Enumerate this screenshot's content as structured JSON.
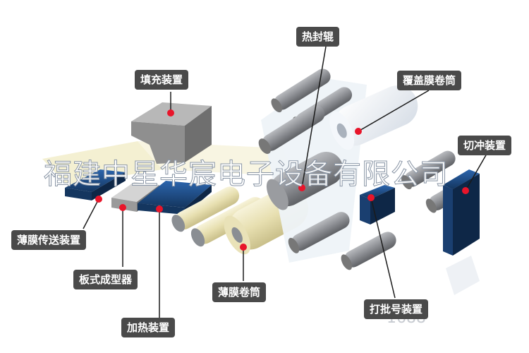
{
  "labels": {
    "filling": "填充装置",
    "heat_seal_roller": "热封辊",
    "cover_film_roll": "覆盖膜卷筒",
    "cutting": "切冲装置",
    "film_transfer": "薄膜传送装置",
    "plate_former": "板式成型器",
    "heating": "加热装置",
    "film_roll": "薄膜卷筒",
    "batch_number": "打批号装置"
  },
  "watermark": "福建中星华宸电子设备有限公司",
  "watermark_small": "1688",
  "colors": {
    "label_bg": "#4a4a4a",
    "marker": "#e8152a",
    "device_blue": "#1f4f8f",
    "film_yellow": "#f3eecd",
    "roller_gray": "#8f9196"
  }
}
